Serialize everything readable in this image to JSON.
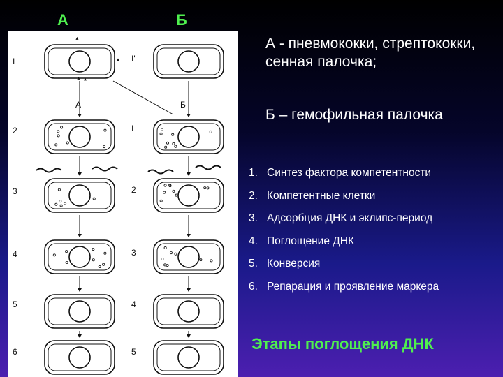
{
  "column_headers": {
    "a": "А",
    "b": "Б"
  },
  "description": {
    "a_text": "А - пневмококки, стрептококки, сенная палочка;",
    "b_text": "Б – гемофильная палочка"
  },
  "steps": [
    {
      "num": "1.",
      "text": "Синтез фактора компетентности"
    },
    {
      "num": "2.",
      "text": "Компетентные клетки"
    },
    {
      "num": "3.",
      "text": "Адсорбция ДНК и эклипс-период"
    },
    {
      "num": "4.",
      "text": "Поглощение ДНК"
    },
    {
      "num": "5.",
      "text": "Конверсия"
    },
    {
      "num": "6.",
      "text": "Репарация и проявление маркера"
    }
  ],
  "caption": "Этапы поглощения ДНК",
  "figure": {
    "left_labels": [
      "I",
      "2",
      "3",
      "4",
      "5",
      "6"
    ],
    "right_labels": [
      "I'",
      "I",
      "2",
      "3",
      "4",
      "5"
    ],
    "inner_a_label": "А",
    "inner_b_label": "Б"
  },
  "colors": {
    "accent": "#4ff04f",
    "text": "#ffffff"
  }
}
